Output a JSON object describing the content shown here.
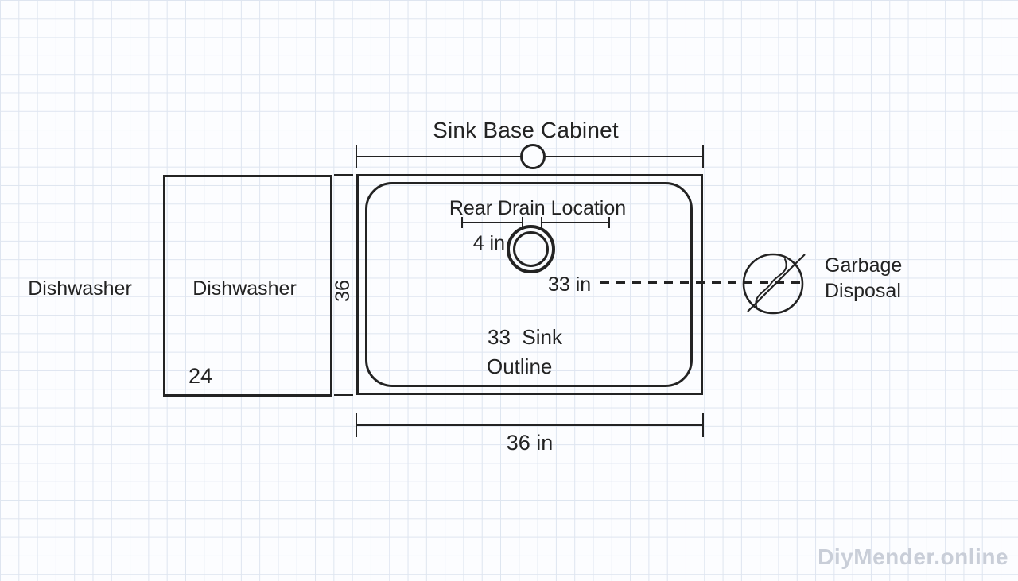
{
  "title": "Sink Base Cabinet",
  "colors": {
    "ink": "#232323",
    "grid": "#dee5f0",
    "background": "#fcfdff",
    "watermark": "#c9ced8"
  },
  "dishwasher": {
    "outside_label": "Dishwasher",
    "inside_label": "Dishwasher",
    "width_in": "24",
    "depth_in": "36"
  },
  "sink_base": {
    "width_dim": "36 in",
    "drain": {
      "label": "Rear Drain Location",
      "offset_dim": "4 in",
      "centerline_dim": "33 in"
    },
    "outline_label_line1": "33  Sink",
    "outline_label_line2": "Outline"
  },
  "garbage_disposal": {
    "label_line1": "Garbage",
    "label_line2": "Disposal"
  },
  "watermark": "DiyMender.online"
}
